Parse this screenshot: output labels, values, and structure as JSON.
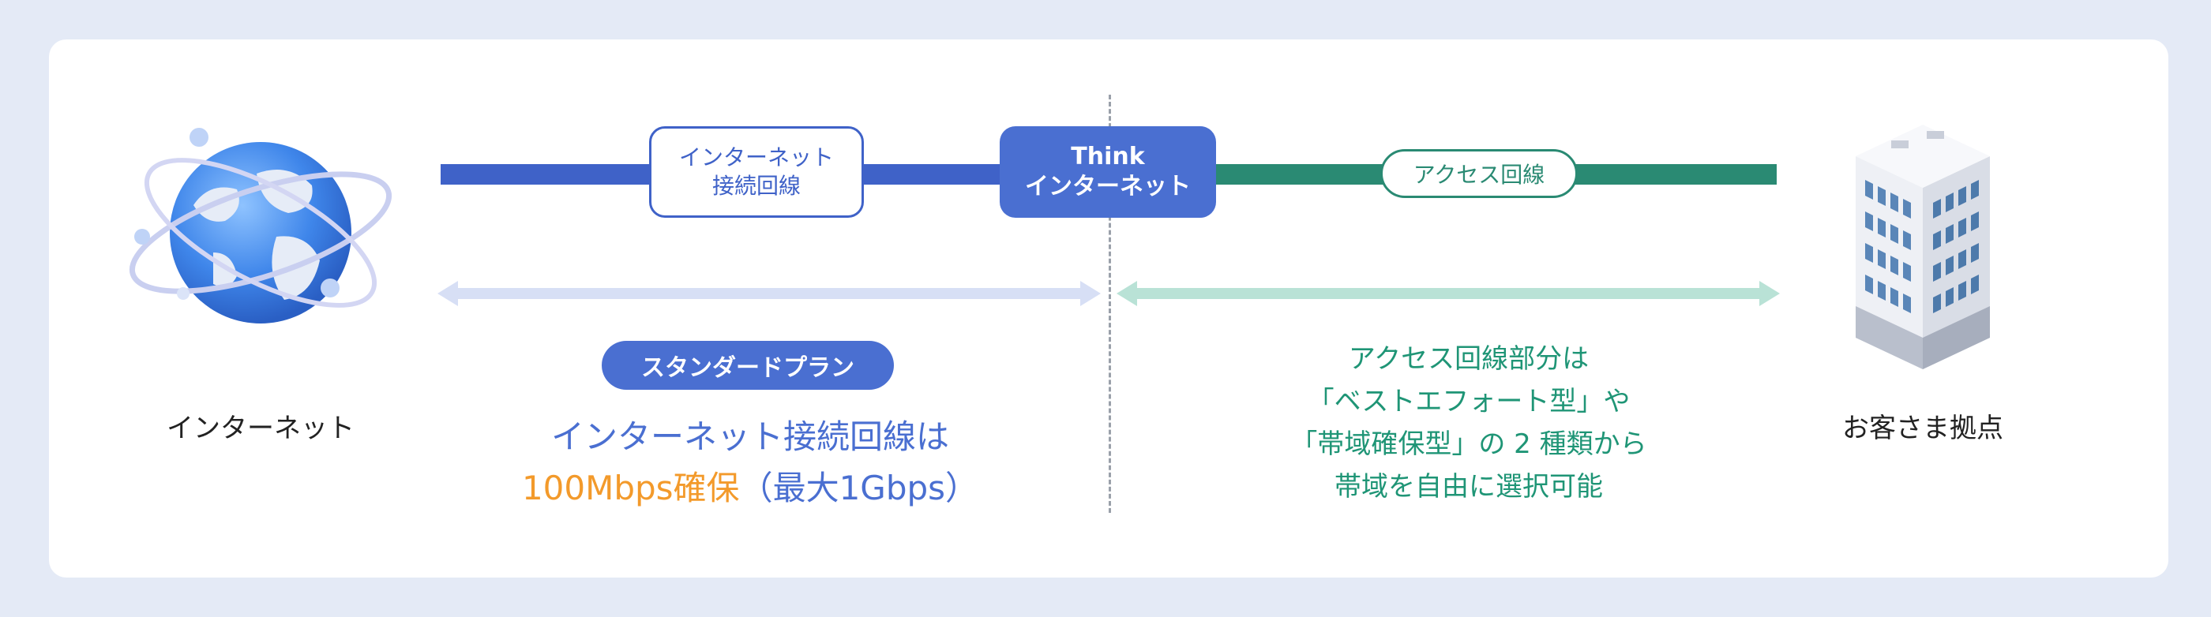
{
  "left_endpoint": {
    "label": "インターネット",
    "icon": "globe-icon"
  },
  "right_endpoint": {
    "label": "お客さま拠点",
    "icon": "office-building-icon"
  },
  "left_line": {
    "label_line1": "インターネット",
    "label_line2": "接続回線",
    "color": "#3f62c8"
  },
  "center_node": {
    "line1": "Think",
    "line2": "インターネット",
    "color": "#4a6fd1"
  },
  "right_line": {
    "label": "アクセス回線",
    "color": "#2a8a73"
  },
  "left_section": {
    "badge": "スタンダードプラン",
    "line1": "インターネット接続回線は",
    "line2_highlight": "100Mbps確保",
    "line2_rest": "（最大1Gbps）",
    "highlight_color": "#f39a2b",
    "text_color": "#4a6fd1"
  },
  "right_section": {
    "line1": "アクセス回線部分は",
    "line2": "「ベストエフォート型」や",
    "line3": "「帯域確保型」の 2 種類から",
    "line4": "帯域を自由に選択可能",
    "text_color": "#1f9576"
  }
}
